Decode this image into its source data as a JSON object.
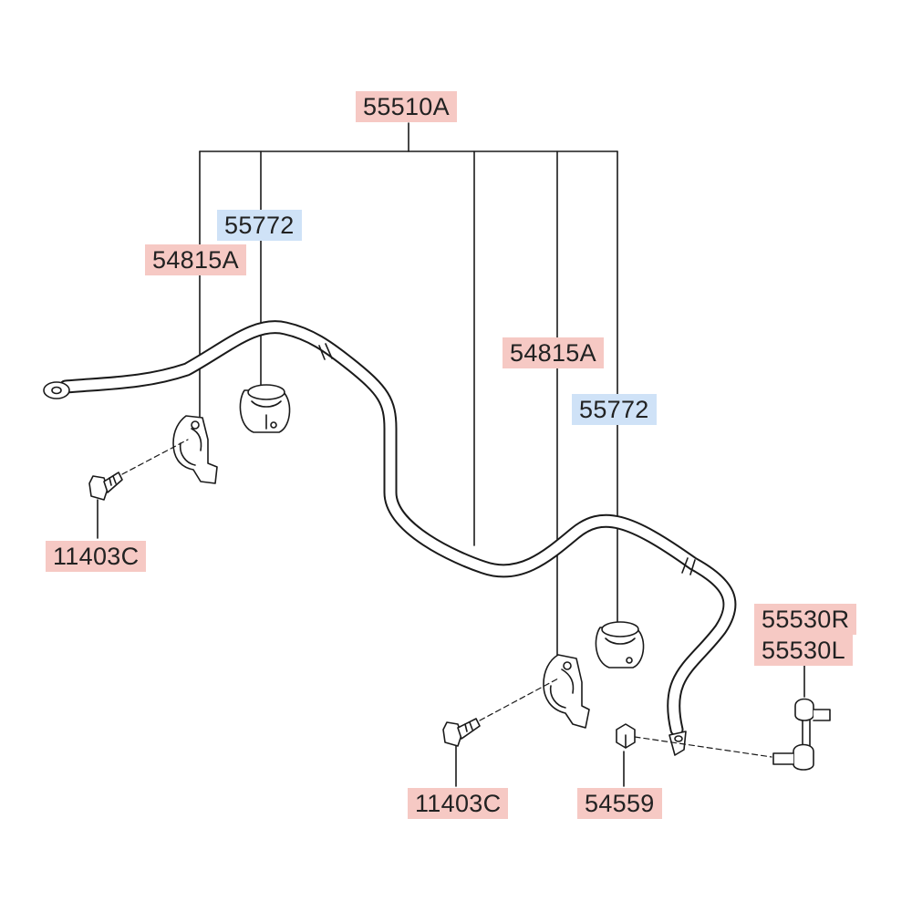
{
  "callouts": {
    "stabilizer_bar": "55510A",
    "bushing_left": "55772",
    "bracket_left": "54815A",
    "bolt_left": "11403C",
    "bracket_right": "54815A",
    "bushing_right": "55772",
    "link_right": "55530R",
    "link_left": "55530L",
    "bolt_right": "11403C",
    "nut": "54559"
  },
  "colors": {
    "callout_red": "#f6c9c4",
    "callout_blue": "#cfe2f7",
    "line": "#1a1a1a"
  }
}
